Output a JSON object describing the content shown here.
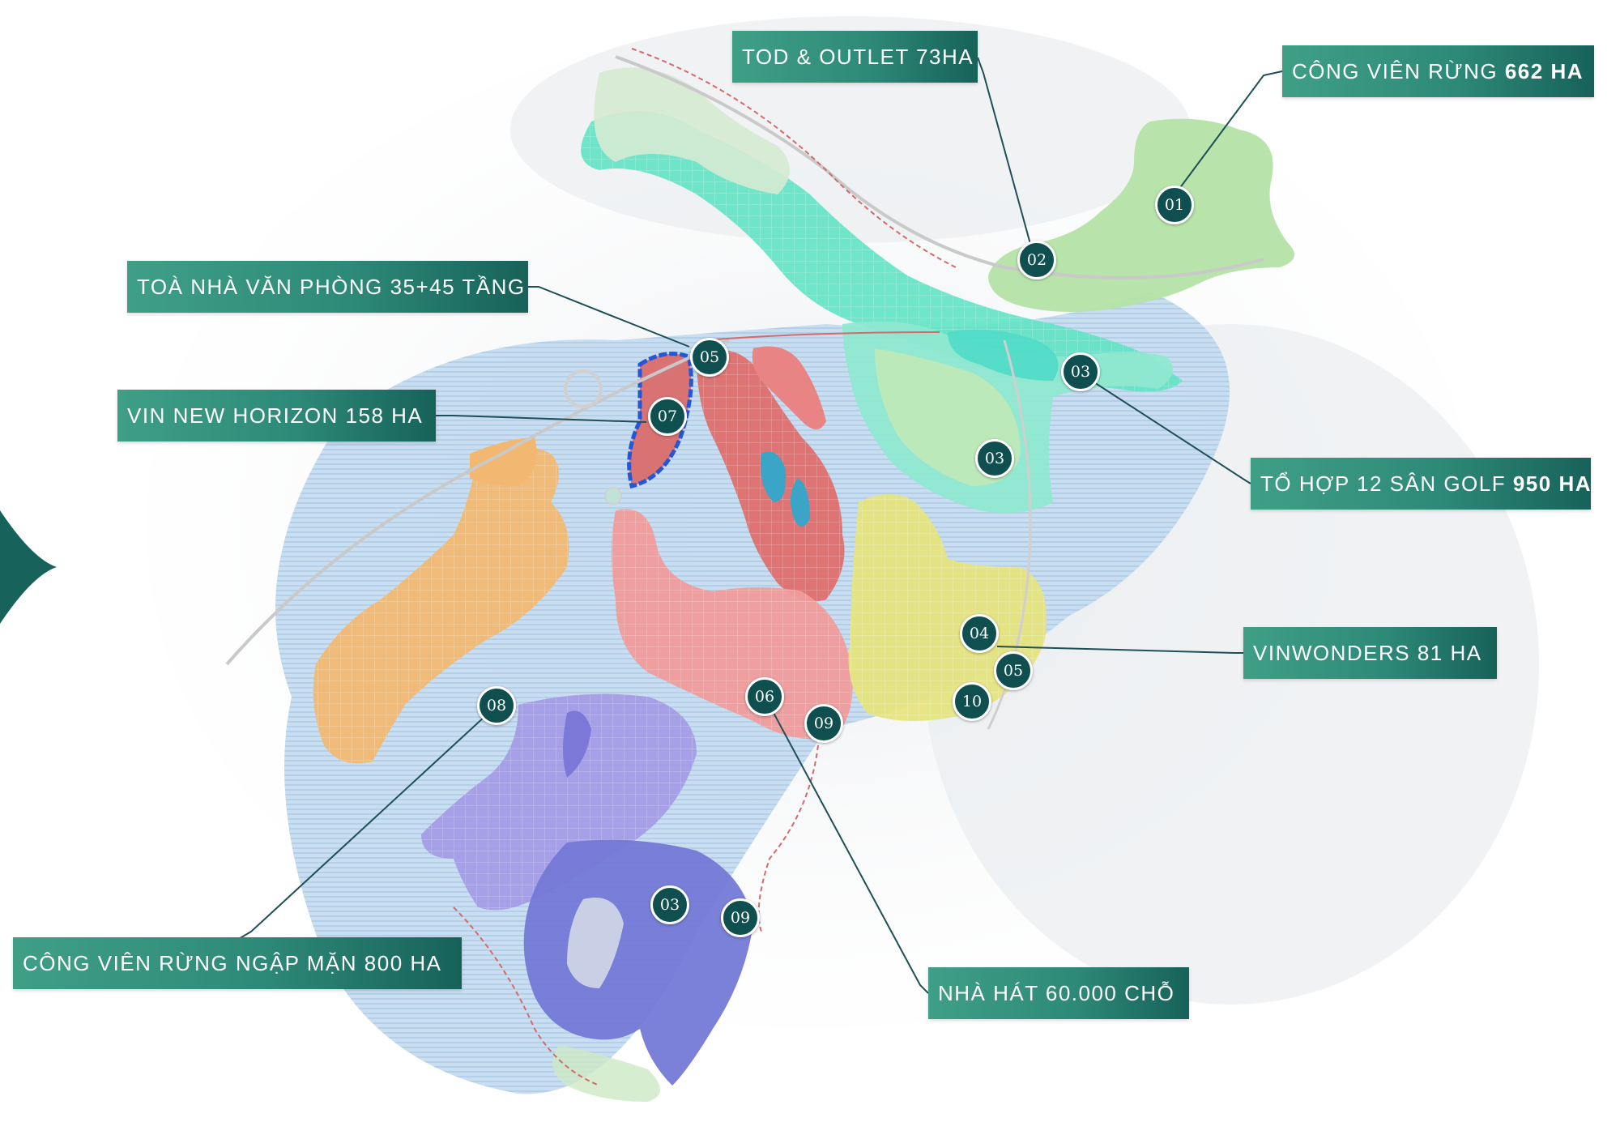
{
  "colors": {
    "label_gradient_start": "#3f9f86",
    "label_gradient_end": "#17625a",
    "marker_fill": "#0f4f4f",
    "leader_line": "#1e4f57",
    "zone_forest": "#a9df9c",
    "zone_aqua": "#40e0c0",
    "zone_red": "#e06e6e",
    "zone_pink": "#f2a0a0",
    "zone_orange": "#f0b870",
    "zone_yellow": "#e8e682",
    "zone_purple": "#9b96e8",
    "zone_navy": "#6a6ed0",
    "water": "#b9d4ea"
  },
  "labels": {
    "tod_outlet": "TOD & OUTLET 73HA",
    "forest_park_prefix": "CÔNG VIÊN RỪNG ",
    "forest_park_bold": "662 HA",
    "office_tower": "TOÀ NHÀ VĂN PHÒNG 35+45 TẦNG",
    "vin_new_horizon": "VIN NEW HORIZON 158 HA",
    "golf_prefix": "TỔ HỢP 12 SÂN GOLF ",
    "golf_bold": "950 HA",
    "vinwonders": "VINWONDERS 81 HA",
    "mangrove_park": "CÔNG VIÊN RỪNG NGẬP MẶN 800 HA",
    "theatre": "NHÀ HÁT 60.000 CHỖ"
  },
  "markers": [
    {
      "id": "m01",
      "text": "01"
    },
    {
      "id": "m02",
      "text": "02"
    },
    {
      "id": "m03a",
      "text": "03"
    },
    {
      "id": "m03b",
      "text": "03"
    },
    {
      "id": "m05a",
      "text": "05"
    },
    {
      "id": "m07",
      "text": "07"
    },
    {
      "id": "m04",
      "text": "04"
    },
    {
      "id": "m05b",
      "text": "05"
    },
    {
      "id": "m10",
      "text": "10"
    },
    {
      "id": "m08",
      "text": "08"
    },
    {
      "id": "m06",
      "text": "06"
    },
    {
      "id": "m09a",
      "text": "09"
    },
    {
      "id": "m03c",
      "text": "03"
    },
    {
      "id": "m09b",
      "text": "09"
    }
  ],
  "icons": {
    "side_tab": "chevron-right-tab-icon"
  }
}
